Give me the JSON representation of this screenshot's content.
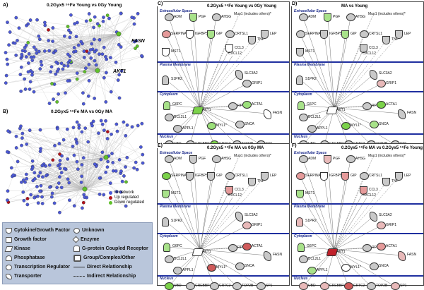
{
  "panels": {
    "A": {
      "label": "A)",
      "title": "0.2Gyx5 ⁵⁶Fe Young vs 0Gy Young",
      "genes": [
        "FASN",
        "AKT1"
      ]
    },
    "B": {
      "label": "B)",
      "title": "0.2Gyx5 ⁵⁶Fe MA vs 0Gy MA"
    },
    "C": {
      "label": "C)",
      "title": "0.2Gyx5 ⁵⁶Fe Young vs 0Gy Young"
    },
    "D": {
      "label": "D)",
      "title": "MA vs Young"
    },
    "E": {
      "label": "E)",
      "title": "0.2Gyx5 ⁵⁶Fe MA vs 0Gy MA"
    },
    "F": {
      "label": "F)",
      "title": "0.2Gyx5 ⁵⁶Fe MA vs 0.2Gyx5 ⁵⁶Fe Young"
    }
  },
  "regions": [
    "Extracellular Space",
    "Plasma Membrane",
    "Cytoplasm",
    "Nucleus"
  ],
  "genes": {
    "adm": "ADM",
    "pgf": "PGF",
    "ahsg": "AHSG",
    "mup1": "Mup1 (includes others)*",
    "serpina1": "SERPINA1*",
    "igfbp5": "IGFBP5",
    "gip": "GIP",
    "ctsl1": "CRTSL1",
    "tnf": "TNF",
    "lep": "LEP",
    "mst1": "MST1",
    "ccl3": "CCL3",
    "cxcl12": "CXCL12",
    "s1pr2": "S1PR2",
    "slc3a2": "SLC3A2",
    "grip1": "GRIP1",
    "rpl23": "RPL23",
    "gpc": "G6PC",
    "acta1": "ACTA1",
    "akt1": "AKT1",
    "bcl2l1": "BCL2L1",
    "appl1": "APPL1",
    "myl1": "MYL1*",
    "snca": "SNCA",
    "fasn": "FASN",
    "ubd": "UBD",
    "crebbp": "CREBBP",
    "crtc2": "CRTC2",
    "top2b": "TOP2B",
    "sp1": "SP1"
  },
  "net_legend": [
    {
      "label": "In network",
      "color": "#4c59d6"
    },
    {
      "label": "Up regulated",
      "color": "#b3121a"
    },
    {
      "label": "Down regulated",
      "color": "#5fc02a"
    }
  ],
  "shape_legend_left": [
    "Cytokine/Growth Factor",
    "Growth factor",
    "Kinase",
    "Phosphatase",
    "Transcription Regulator",
    "Transporter"
  ],
  "shape_legend_right": [
    "Unknown",
    "Enzyme",
    "G-protein Coupled Receptor",
    "Group/Complex/Other",
    "Direct Relationship",
    "Indirect Relationship"
  ],
  "colors": {
    "in_network": "#4c59d6",
    "up": "#b3121a",
    "down": "#5fc02a",
    "region_line": "#1f2fa0",
    "legend_bg": "#b9c6db"
  }
}
